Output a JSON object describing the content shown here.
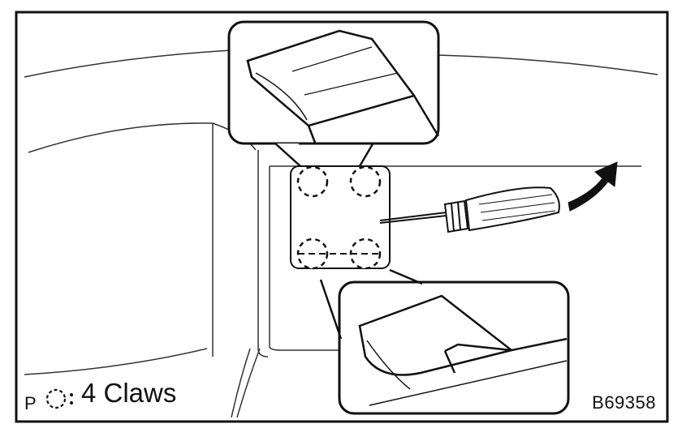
{
  "legend": {
    "prefix": "P",
    "claw_label": "4 Claws",
    "claw_count": 4
  },
  "figure_code": "B69358",
  "icons": [
    "claw-marker-icon",
    "screwdriver-icon",
    "pry-arrow-icon"
  ],
  "colors": {
    "line": "#1a1a1a",
    "background": "#ffffff"
  }
}
